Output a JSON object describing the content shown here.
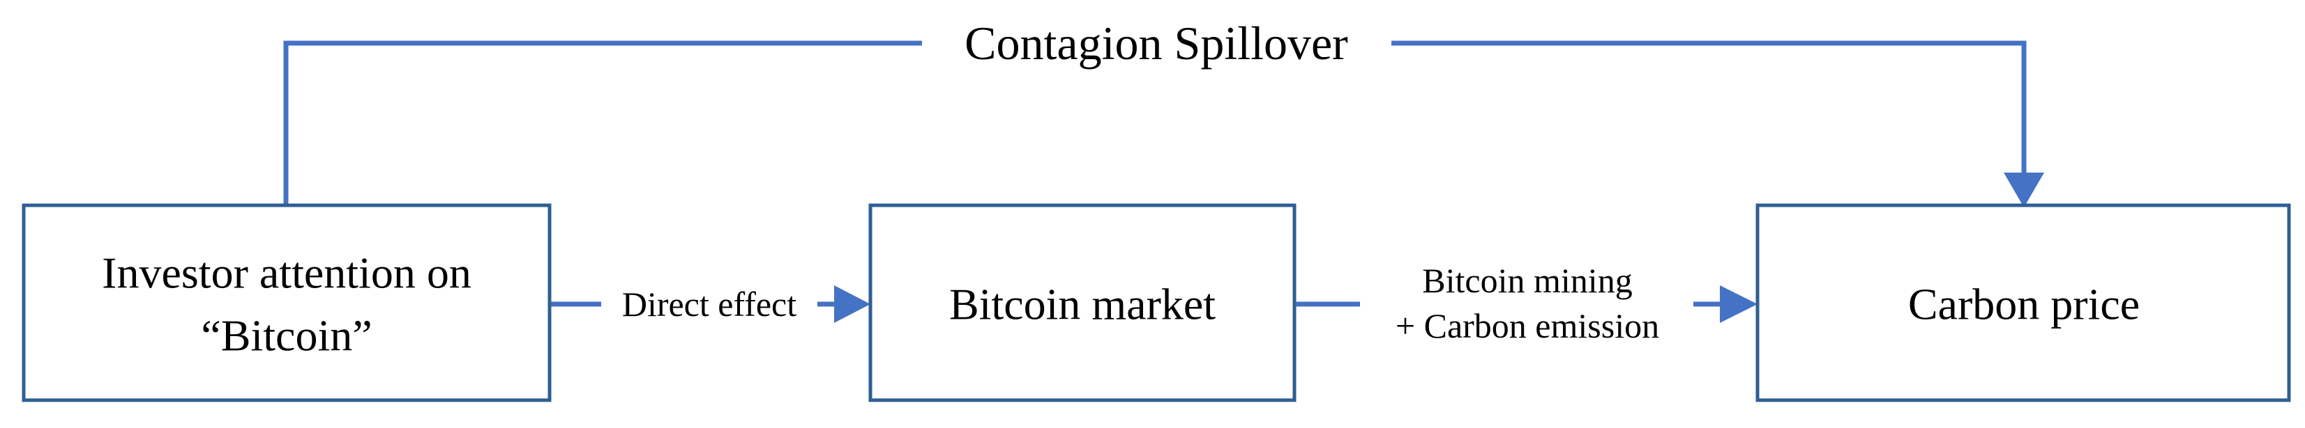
{
  "colors": {
    "box_border": "#2f5f93",
    "arrow": "#4472c4",
    "text": "#000000",
    "background": "#ffffff"
  },
  "nodes": {
    "investor_attention": {
      "line1": "Investor attention on",
      "line2": "“Bitcoin”"
    },
    "bitcoin_market": {
      "label": "Bitcoin market"
    },
    "carbon_price": {
      "label": "Carbon price"
    }
  },
  "edges": {
    "contagion": {
      "label": "Contagion Spillover"
    },
    "direct_effect": {
      "label": "Direct effect"
    },
    "mining_emission": {
      "line1": "Bitcoin mining",
      "line2": "+ Carbon emission"
    }
  }
}
